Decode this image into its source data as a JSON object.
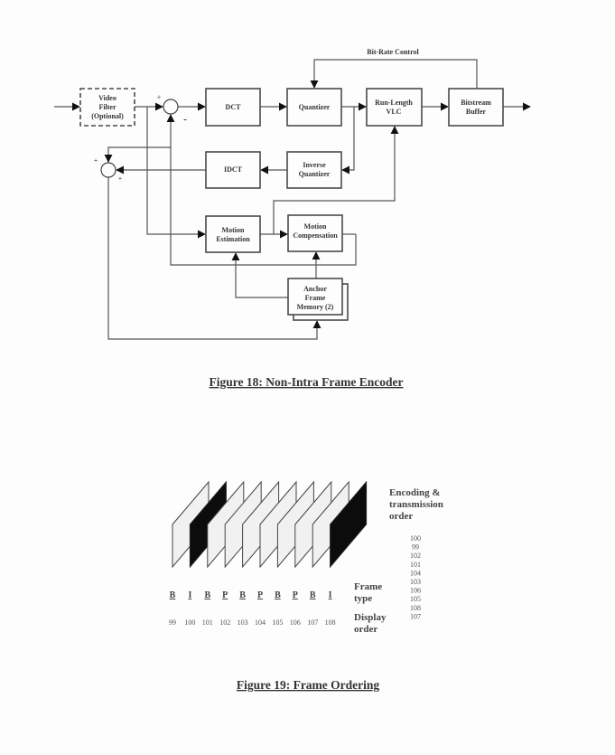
{
  "figure18": {
    "caption": "Figure 18:  Non-Intra Frame Encoder",
    "blocks": {
      "video_filter": [
        "Video",
        "Filter",
        "(Optional)"
      ],
      "dct": [
        "DCT"
      ],
      "quantizer": [
        "Quantizer"
      ],
      "vlc": [
        "Run-Length",
        "VLC"
      ],
      "bitstream_buffer": [
        "Bitstream",
        "Buffer"
      ],
      "idct": [
        "IDCT"
      ],
      "inverse_quantizer": [
        "Inverse",
        "Quantizer"
      ],
      "motion_estimation": [
        "Motion",
        "Estimation"
      ],
      "motion_compensation": [
        "Motion",
        "Compensation"
      ],
      "anchor_memory": [
        "Anchor",
        "Frame",
        "Memory (2)"
      ]
    },
    "feedback_label": "Bit-Rate Control",
    "summer1_signs": {
      "plus": "+",
      "minus": "-"
    },
    "summer2_signs": {
      "plus_top": "+",
      "plus_bottom": "+"
    }
  },
  "figure19": {
    "caption": "Figure 19:  Frame Ordering",
    "frames": [
      {
        "type": "B",
        "display": "99",
        "shade": "light"
      },
      {
        "type": "I",
        "display": "100",
        "shade": "dark"
      },
      {
        "type": "B",
        "display": "101",
        "shade": "light"
      },
      {
        "type": "P",
        "display": "102",
        "shade": "light"
      },
      {
        "type": "B",
        "display": "103",
        "shade": "light"
      },
      {
        "type": "P",
        "display": "104",
        "shade": "light"
      },
      {
        "type": "B",
        "display": "105",
        "shade": "light"
      },
      {
        "type": "P",
        "display": "106",
        "shade": "light"
      },
      {
        "type": "B",
        "display": "107",
        "shade": "light"
      },
      {
        "type": "I",
        "display": "108",
        "shade": "dark"
      }
    ],
    "encoding_label": [
      "Encoding &",
      "transmission",
      "order"
    ],
    "encoding_order": [
      "100",
      "99",
      "102",
      "101",
      "104",
      "103",
      "106",
      "105",
      "108",
      "107"
    ],
    "frame_type_label": [
      "Frame",
      "type"
    ],
    "display_order_label": [
      "Display",
      "order"
    ]
  }
}
